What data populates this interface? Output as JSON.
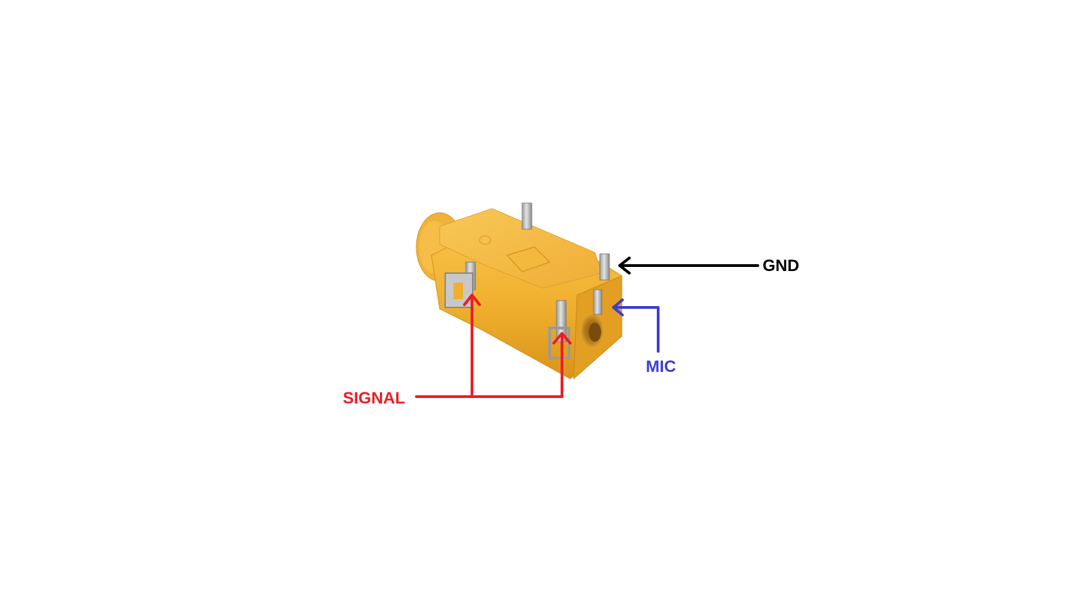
{
  "labels": {
    "gnd": "GND",
    "mic": "MIC",
    "signal": "SIGNAL"
  },
  "colors": {
    "gnd": "#000000",
    "mic": "#3b3fd1",
    "signal": "#ee1c25",
    "jack_body": "#f2b431"
  },
  "component": {
    "icon": "audio-jack-connector-icon"
  }
}
